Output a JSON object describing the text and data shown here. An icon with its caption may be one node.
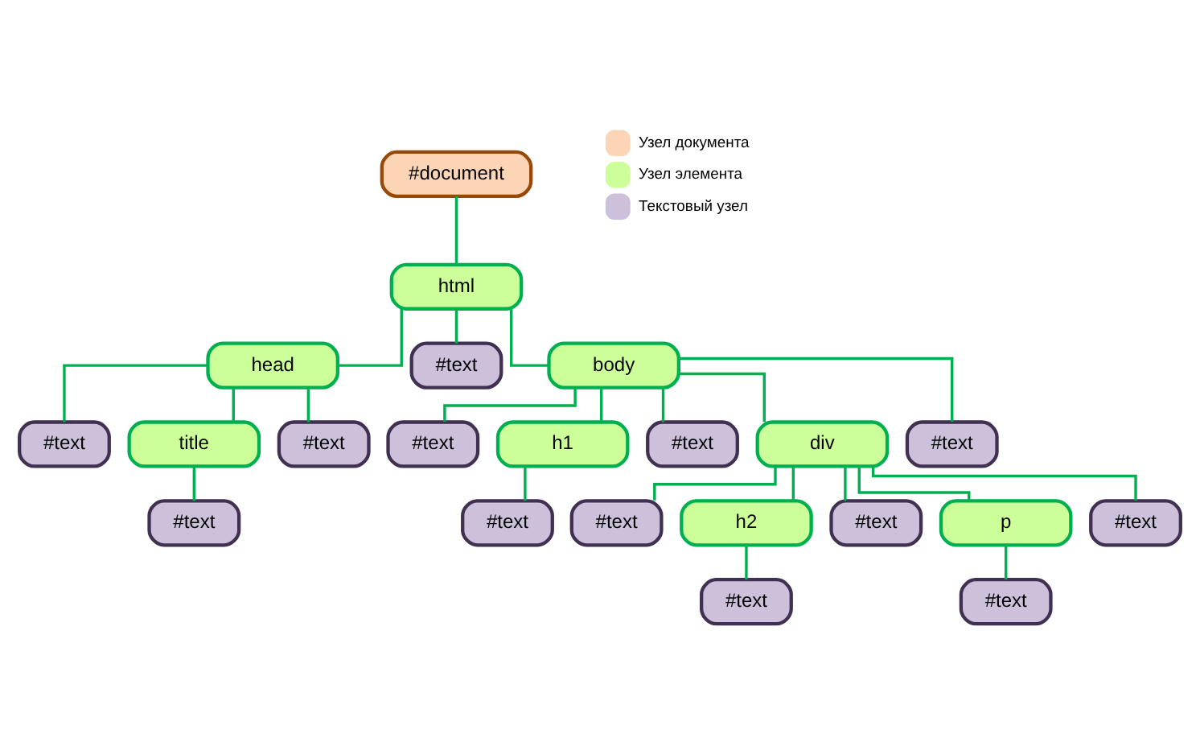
{
  "diagram": {
    "nodes": [
      {
        "text": [
          "#document"
        ]
      },
      {
        "text": [
          "html"
        ]
      },
      {
        "text": [
          "head"
        ]
      },
      {
        "text": [
          "#text"
        ]
      },
      {
        "text": [
          "body"
        ]
      },
      {
        "text": [
          "#text"
        ]
      },
      {
        "text": [
          "title"
        ]
      },
      {
        "text": [
          "#text"
        ]
      },
      {
        "text": [
          "#text"
        ]
      },
      {
        "text": [
          "h1"
        ]
      },
      {
        "text": [
          "#text"
        ]
      },
      {
        "text": [
          "div"
        ]
      },
      {
        "text": [
          "#text"
        ]
      },
      {
        "text": [
          "#text"
        ]
      },
      {
        "text": [
          "#text"
        ]
      },
      {
        "text": [
          "#text"
        ]
      },
      {
        "text": [
          "h2"
        ]
      },
      {
        "text": [
          "#text"
        ]
      },
      {
        "text": [
          "p"
        ]
      },
      {
        "text": [
          "#text"
        ]
      },
      {
        "text": [
          "#text"
        ]
      },
      {
        "text": [
          "#text"
        ]
      }
    ],
    "edges": [
      {
        "from": 0,
        "to": 1,
        "arrow": "none"
      },
      {
        "from": 1,
        "to": 2,
        "arrow": "none"
      },
      {
        "from": 1,
        "to": 3,
        "arrow": "none"
      },
      {
        "from": 1,
        "to": 4,
        "arrow": "none"
      },
      {
        "from": 2,
        "to": 5,
        "arrow": "none"
      },
      {
        "from": 2,
        "to": 6,
        "arrow": "none"
      },
      {
        "from": 2,
        "to": 7,
        "arrow": "none"
      },
      {
        "from": 4,
        "to": 8,
        "arrow": "none"
      },
      {
        "from": 4,
        "to": 9,
        "arrow": "none"
      },
      {
        "from": 4,
        "to": 10,
        "arrow": "none"
      },
      {
        "from": 4,
        "to": 11,
        "arrow": "none"
      },
      {
        "from": 4,
        "to": 12,
        "arrow": "none"
      },
      {
        "from": 6,
        "to": 13,
        "arrow": "none"
      },
      {
        "from": 9,
        "to": 14,
        "arrow": "none"
      },
      {
        "from": 11,
        "to": 15,
        "arrow": "none"
      },
      {
        "from": 11,
        "to": 16,
        "arrow": "none"
      },
      {
        "from": 11,
        "to": 17,
        "arrow": "none"
      },
      {
        "from": 11,
        "to": 18,
        "arrow": "none"
      },
      {
        "from": 11,
        "to": 19,
        "arrow": "none"
      },
      {
        "from": 16,
        "to": 20,
        "arrow": "none"
      },
      {
        "from": 18,
        "to": 21,
        "arrow": "none"
      }
    ],
    "legend": [
      {
        "text": "Узел документа",
        "color": "#fbd5b5"
      },
      {
        "text": "Узел элемента",
        "color": "#ccff99"
      },
      {
        "text": "Текстовый узел",
        "color": "#ccc0da"
      }
    ]
  }
}
